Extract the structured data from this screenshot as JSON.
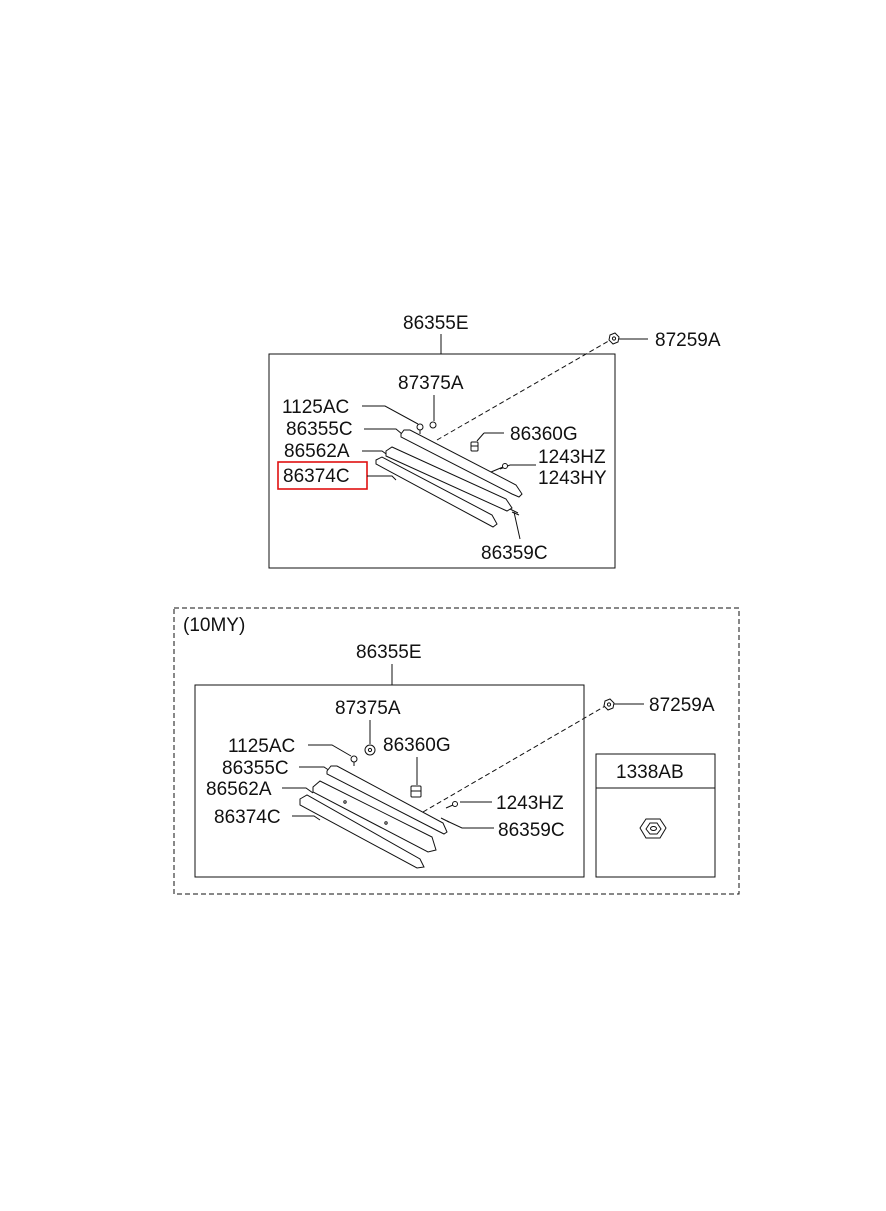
{
  "upper": {
    "assembly": "86355E",
    "labels": {
      "p87259A": "87259A",
      "p87375A": "87375A",
      "p1125AC": "1125AC",
      "p86355C": "86355C",
      "p86360G": "86360G",
      "p86562A": "86562A",
      "p1243HZ": "1243HZ",
      "p86374C": "86374C",
      "p1243HY": "1243HY",
      "p86359C": "86359C"
    },
    "highlighted_part": "86374C"
  },
  "lower": {
    "variant": "(10MY)",
    "assembly": "86355E",
    "labels": {
      "p87259A": "87259A",
      "p87375A": "87375A",
      "p1125AC": "1125AC",
      "p86360G": "86360G",
      "p86355C": "86355C",
      "p86562A": "86562A",
      "p1243HZ": "1243HZ",
      "p86374C": "86374C",
      "p86359C": "86359C"
    },
    "nut_box": {
      "label": "1338AB"
    }
  },
  "colors": {
    "line": "#111111",
    "highlight": "#e01010"
  }
}
